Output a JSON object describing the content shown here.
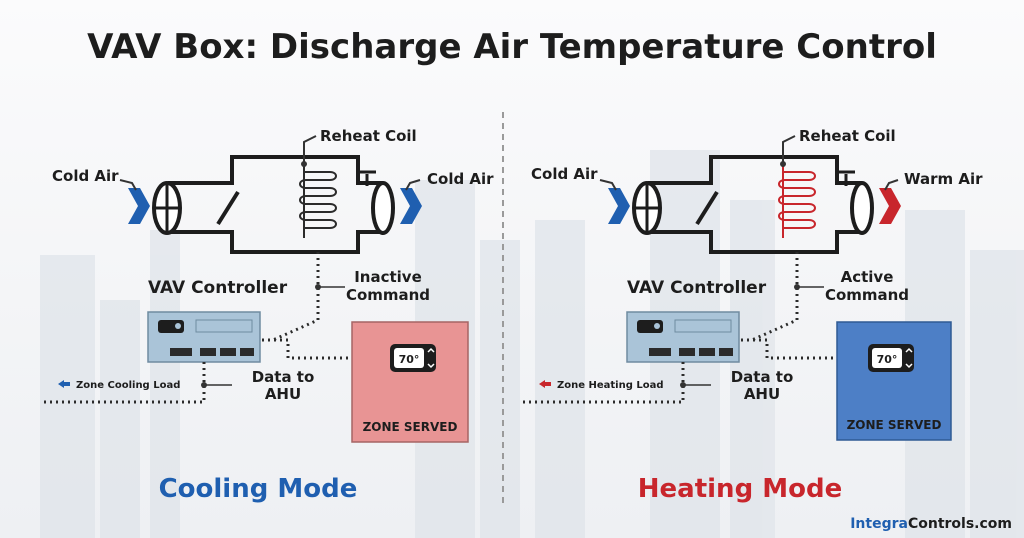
{
  "title": "VAV Box: Discharge Air Temperature Control",
  "brand": {
    "prefix": "Integra",
    "suffix": "Controls.com"
  },
  "colors": {
    "dark": "#1d1d1d",
    "blue": "#1f5fb0",
    "red": "#c8262c",
    "zone_cooling": "#e89494",
    "zone_heating": "#4d7fc6",
    "controller": "#aac4d8"
  },
  "panels": {
    "cooling": {
      "inlet_label": "Cold Air",
      "outlet_label": "Cold Air",
      "coil_label": "Reheat Coil",
      "controller_label": "VAV Controller",
      "command_label_1": "Inactive",
      "command_label_2": "Command",
      "data_label_1": "Data to",
      "data_label_2": "AHU",
      "load_label": "Zone Cooling Load",
      "thermostat": "70°",
      "zone_label": "ZONE SERVED",
      "mode": "Cooling Mode"
    },
    "heating": {
      "inlet_label": "Cold Air",
      "outlet_label": "Warm Air",
      "coil_label": "Reheat Coil",
      "controller_label": "VAV Controller",
      "command_label_1": "Active",
      "command_label_2": "Command",
      "data_label_1": "Data to",
      "data_label_2": "AHU",
      "load_label": "Zone Heating Load",
      "thermostat": "70°",
      "zone_label": "ZONE SERVED",
      "mode": "Heating Mode"
    }
  }
}
